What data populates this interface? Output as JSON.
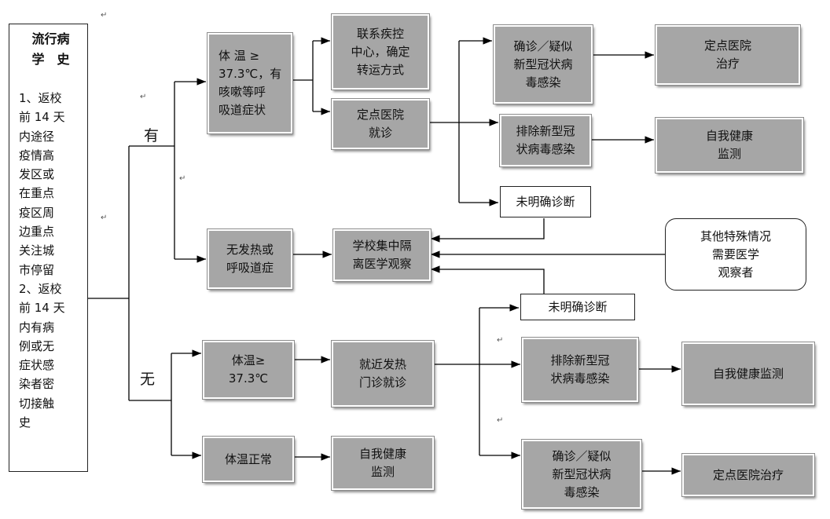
{
  "history": {
    "title": "流行病\n学　史",
    "body": "1、返校\n前 14 天\n内途径\n疫情高\n发区或\n在重点\n疫区周\n边重点\n关注城\n市停留\n2、返校\n前 14 天\n内有病\n例或无\n症状感\n染者密\n切接触\n史"
  },
  "branches": {
    "yes": "有",
    "no": "无"
  },
  "nodes": {
    "fever_respiratory": "体 温 ≥\n37.3℃，有\n咳嗽等呼\n吸道症状",
    "contact_cdc": "联系疾控\n中心，确定\n转运方式",
    "designated_visit": "定点医院\n就诊",
    "confirmed_suspected_top": "确诊／疑似\n新型冠状病\n毒感染",
    "excluded_top": "排除新型冠\n状病毒感染",
    "designated_treatment_top": "定点医院\n治疗",
    "self_monitor_top": "自我健康\n监测",
    "undiagnosed_top": "未明确诊断",
    "no_fever": "无发热或\n呼吸道症",
    "school_isolation": "学校集中隔\n离医学观察",
    "other_special": "其他特殊情况\n需要医学\n观察者",
    "undiagnosed_bottom": "未明确诊断",
    "fever_bottom": "体温≥\n37.3℃",
    "nearby_clinic": "就近发热\n门诊就诊",
    "excluded_bottom": "排除新型冠\n状病毒感染",
    "self_monitor_bottom_right": "自我健康监测",
    "normal_temp": "体温正常",
    "self_monitor_bottom": "自我健康\n监测",
    "confirmed_suspected_bottom": "确诊／疑似\n新型冠状病\n毒感染",
    "designated_treatment_bottom": "定点医院治疗"
  },
  "colors": {
    "box_fill": "#a6a6a6",
    "line": "#000000"
  }
}
